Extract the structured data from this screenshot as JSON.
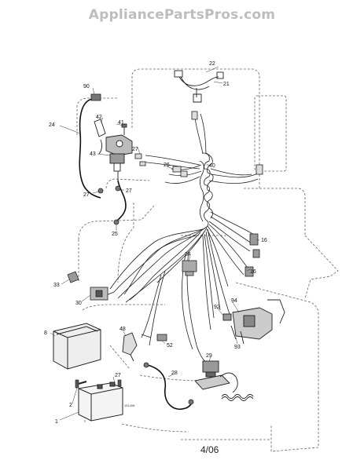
{
  "watermark": "AppliancePartsPros.com",
  "page_label": "4/06",
  "reference_code": "151408",
  "callouts": {
    "c1": "1",
    "c2": "2",
    "c8": "8",
    "c16a": "16",
    "c16b": "16",
    "c21": "21",
    "c22": "22",
    "c24": "24",
    "c25": "25",
    "c26": "26",
    "c27a": "27",
    "c27b": "27",
    "c27c": "27",
    "c27d": "27",
    "c28": "28",
    "c29": "29",
    "c30": "30",
    "c33": "33",
    "c34": "34",
    "c40": "40",
    "c41": "41",
    "c42": "42",
    "c43": "43",
    "c48": "48",
    "c52": "52",
    "c90": "90",
    "c92": "92",
    "c93": "93",
    "c94": "94"
  },
  "colors": {
    "line": "#222222",
    "frame": "#666666",
    "watermark": "#bdbdbd"
  }
}
